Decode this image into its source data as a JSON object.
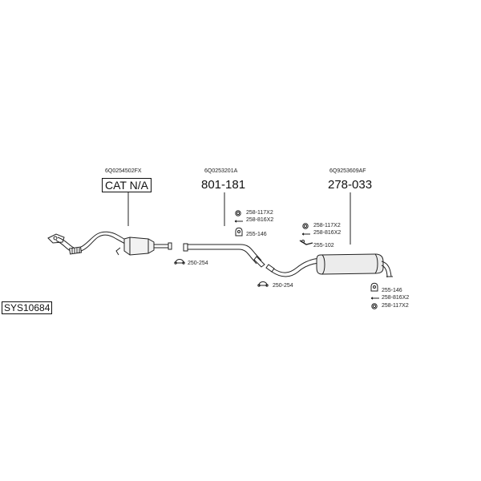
{
  "system": {
    "code": "SYS10684"
  },
  "sections": [
    {
      "oe_number": "6Q0254502FX",
      "part_label": "CAT N/A"
    },
    {
      "oe_number": "6Q0253201A",
      "part_label": "801-181"
    },
    {
      "oe_number": "6Q9253609AF",
      "part_label": "278-033"
    }
  ],
  "fittings": {
    "clamp_1": "250-254",
    "clamp_2": "250-254",
    "rubber_group_1": [
      "258-117X2",
      "258-816X2",
      "255-146"
    ],
    "rubber_group_2": [
      "258-117X2",
      "258-816X2",
      "255-102"
    ],
    "rubber_group_3": [
      "255-146",
      "258-816X2",
      "258-117X2"
    ]
  },
  "colors": {
    "line": "#222222",
    "background": "#ffffff"
  }
}
